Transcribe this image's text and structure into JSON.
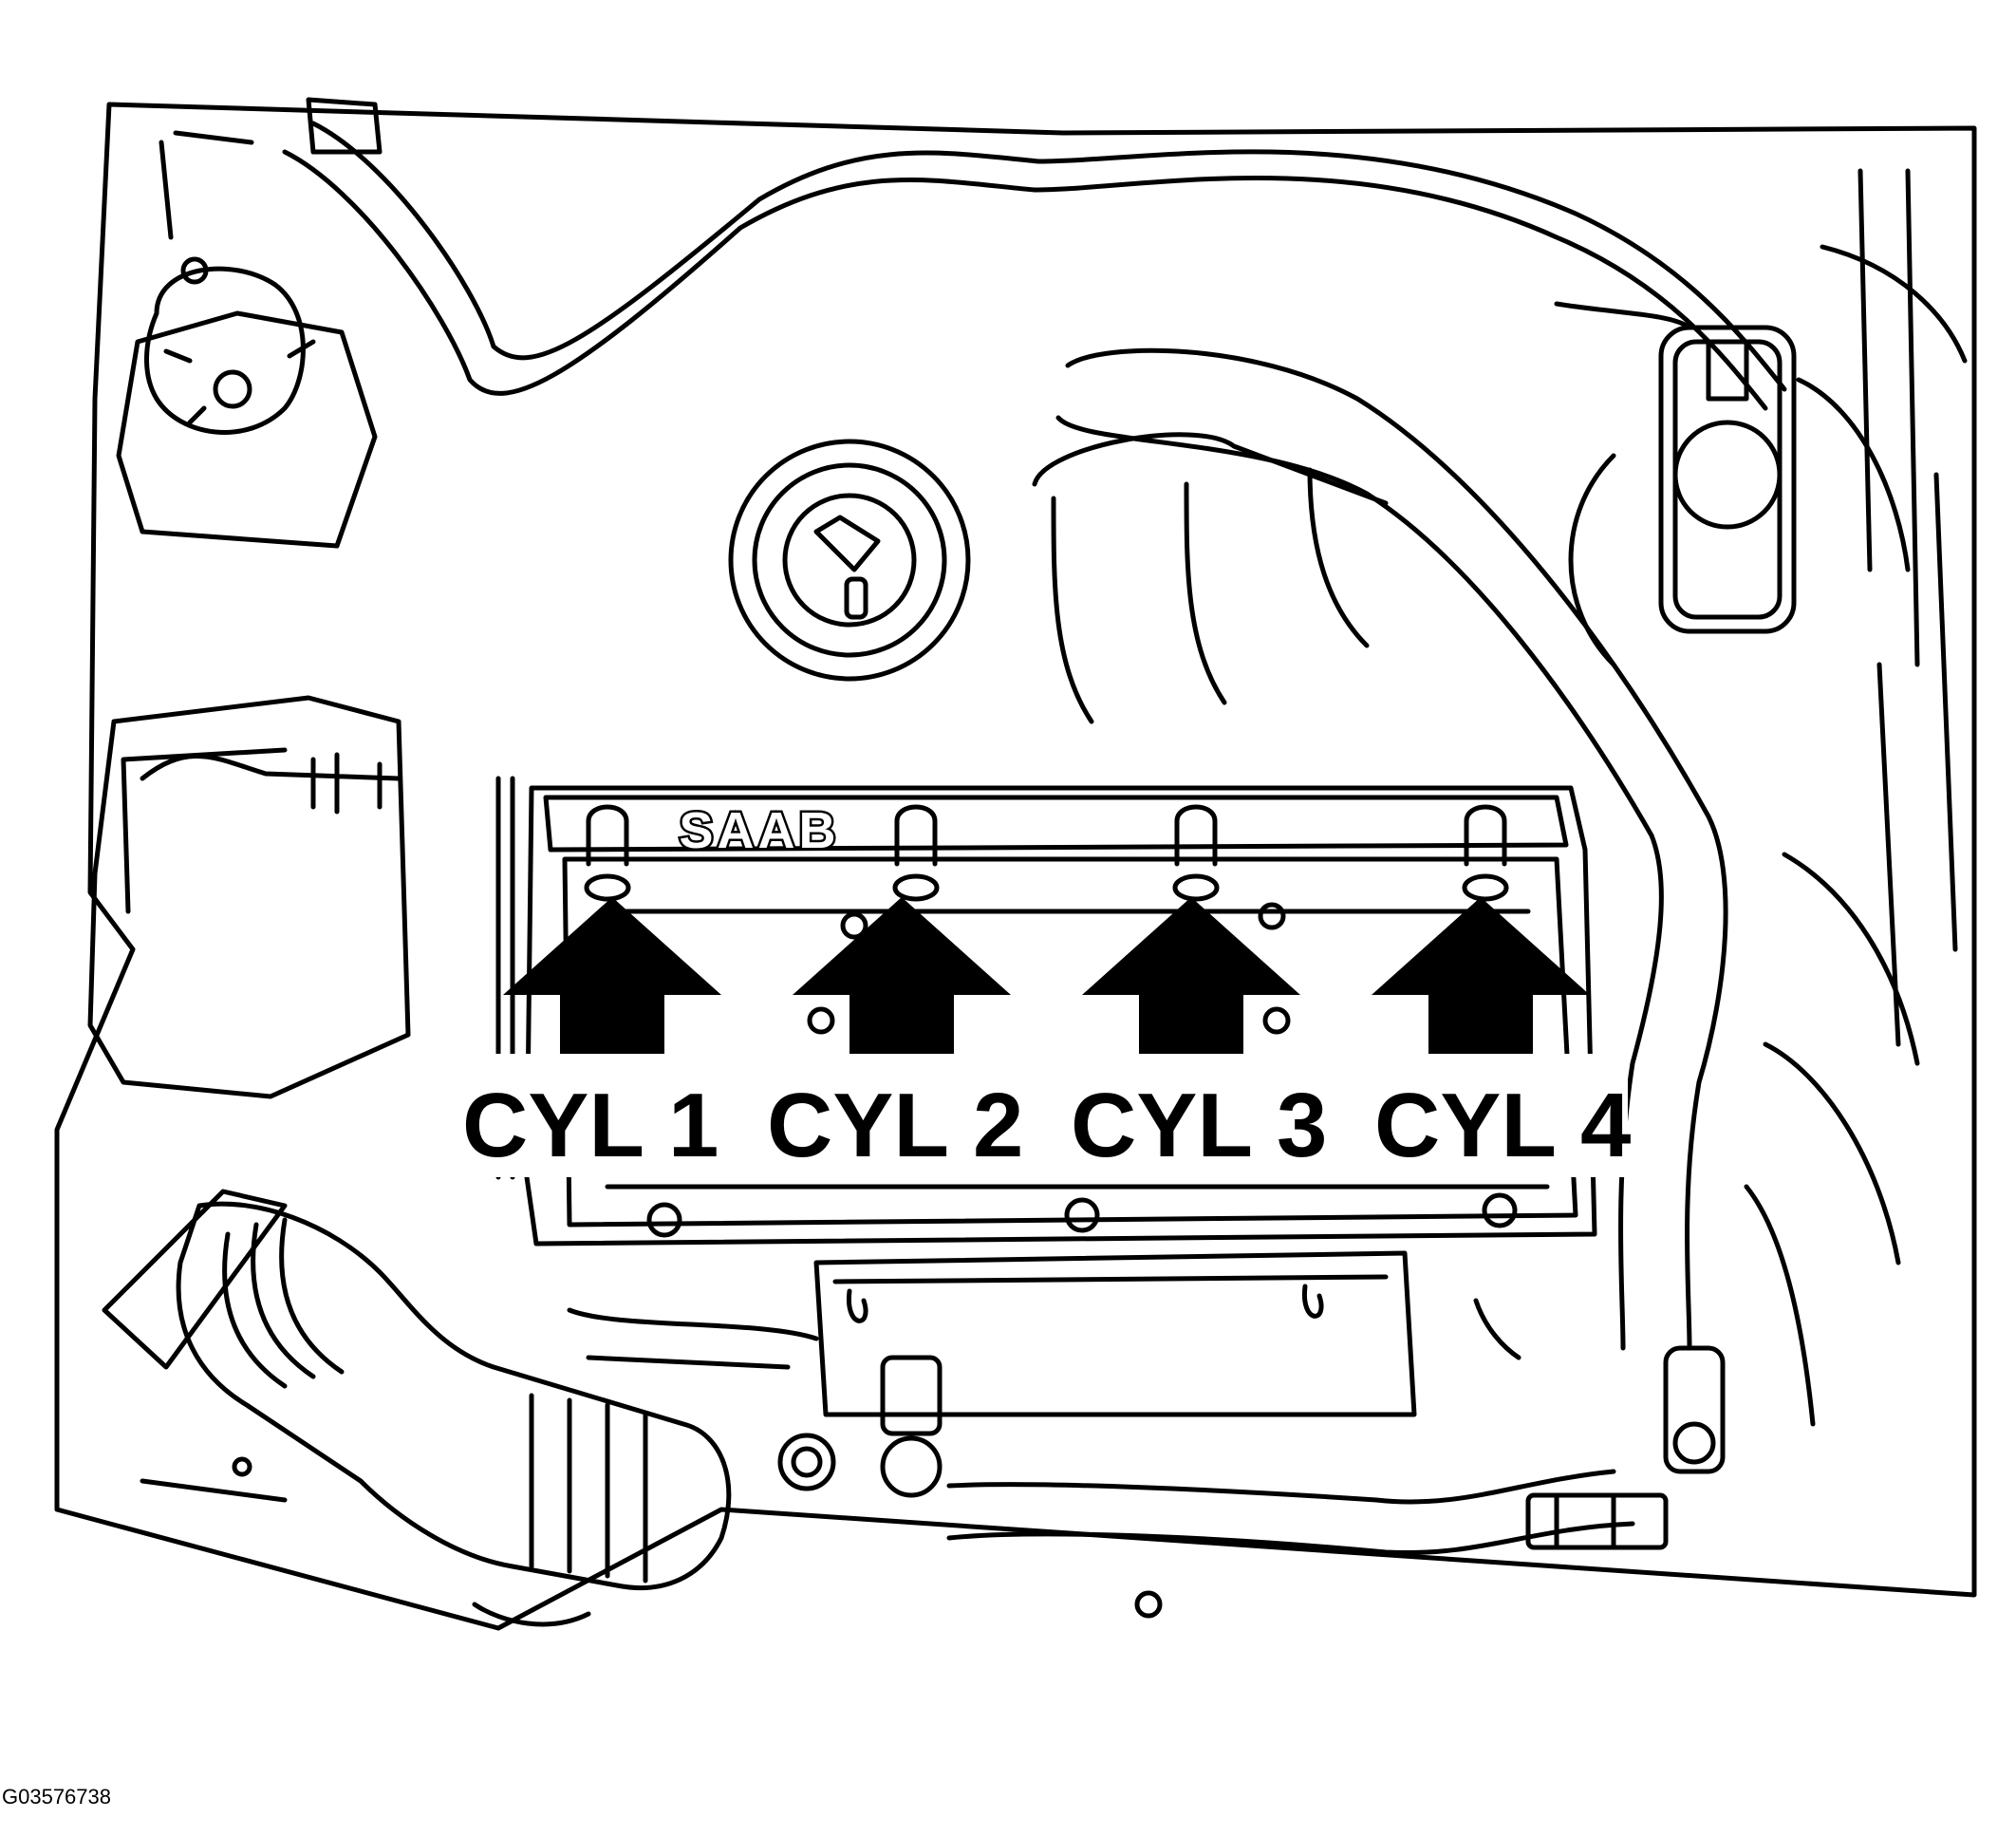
{
  "brand": "SAAB",
  "figure_code": "G03576738",
  "cylinders": [
    {
      "label": "CYL 1"
    },
    {
      "label": "CYL 2"
    },
    {
      "label": "CYL 3"
    },
    {
      "label": "CYL 4"
    }
  ],
  "colors": {
    "line": "#000000",
    "background": "#ffffff"
  }
}
